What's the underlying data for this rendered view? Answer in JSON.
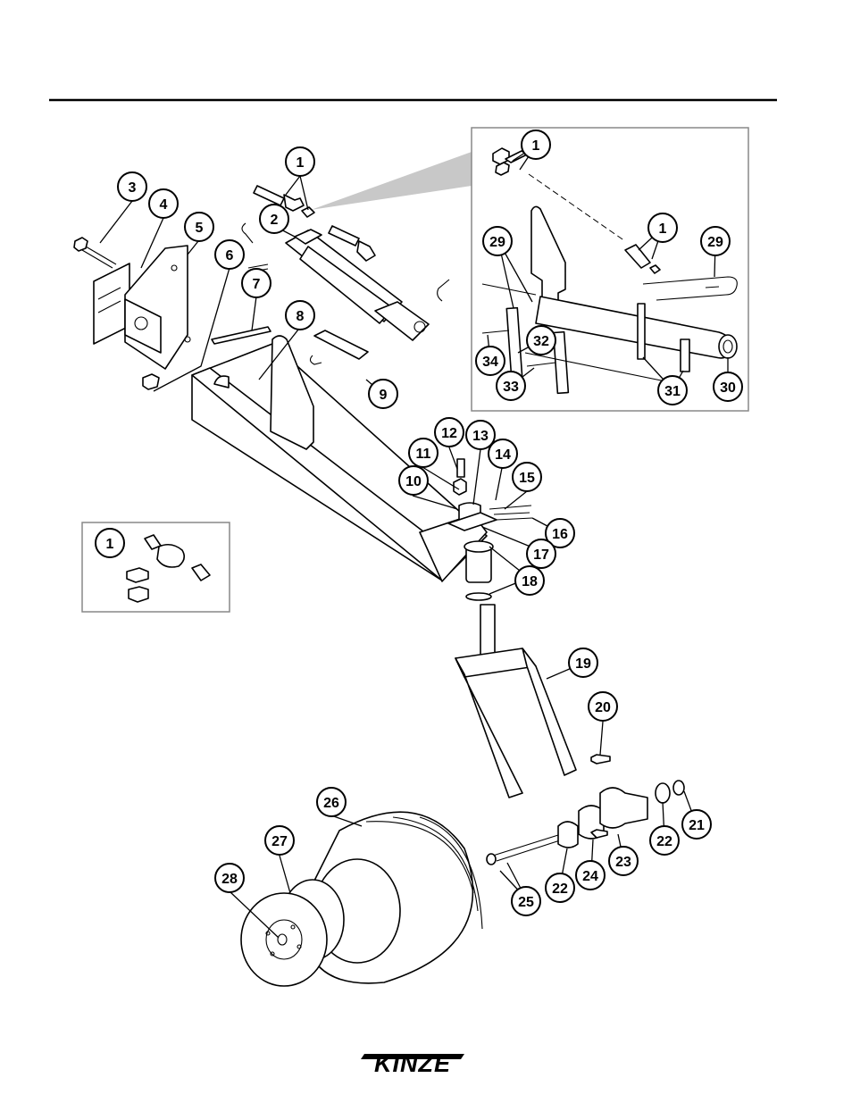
{
  "colors": {
    "ink": "#000000",
    "paper": "#ffffff",
    "inset_border": "#888888",
    "zoom_fan": "#c8c8c8"
  },
  "brand": {
    "logo_text": "KINZE"
  },
  "callouts": [
    {
      "id": "c1a",
      "label": "1"
    },
    {
      "id": "c2",
      "label": "2"
    },
    {
      "id": "c3",
      "label": "3"
    },
    {
      "id": "c4",
      "label": "4"
    },
    {
      "id": "c5",
      "label": "5"
    },
    {
      "id": "c6",
      "label": "6"
    },
    {
      "id": "c7",
      "label": "7"
    },
    {
      "id": "c8",
      "label": "8"
    },
    {
      "id": "c9",
      "label": "9"
    },
    {
      "id": "c10",
      "label": "10"
    },
    {
      "id": "c11",
      "label": "11"
    },
    {
      "id": "c12",
      "label": "12"
    },
    {
      "id": "c13",
      "label": "13"
    },
    {
      "id": "c14",
      "label": "14"
    },
    {
      "id": "c15",
      "label": "15"
    },
    {
      "id": "c16",
      "label": "16"
    },
    {
      "id": "c17",
      "label": "17"
    },
    {
      "id": "c18",
      "label": "18"
    },
    {
      "id": "c19",
      "label": "19"
    },
    {
      "id": "c20",
      "label": "20"
    },
    {
      "id": "c21",
      "label": "21"
    },
    {
      "id": "c22a",
      "label": "22"
    },
    {
      "id": "c22b",
      "label": "22"
    },
    {
      "id": "c23",
      "label": "23"
    },
    {
      "id": "c24",
      "label": "24"
    },
    {
      "id": "c25",
      "label": "25"
    },
    {
      "id": "c26",
      "label": "26"
    },
    {
      "id": "c27",
      "label": "27"
    },
    {
      "id": "c28",
      "label": "28"
    },
    {
      "id": "c1b",
      "label": "1"
    },
    {
      "id": "c1c",
      "label": "1"
    },
    {
      "id": "c29a",
      "label": "29"
    },
    {
      "id": "c29b",
      "label": "29"
    },
    {
      "id": "c30",
      "label": "30"
    },
    {
      "id": "c31",
      "label": "31"
    },
    {
      "id": "c32",
      "label": "32"
    },
    {
      "id": "c33",
      "label": "33"
    },
    {
      "id": "c34",
      "label": "34"
    },
    {
      "id": "c1d",
      "label": "1"
    }
  ]
}
